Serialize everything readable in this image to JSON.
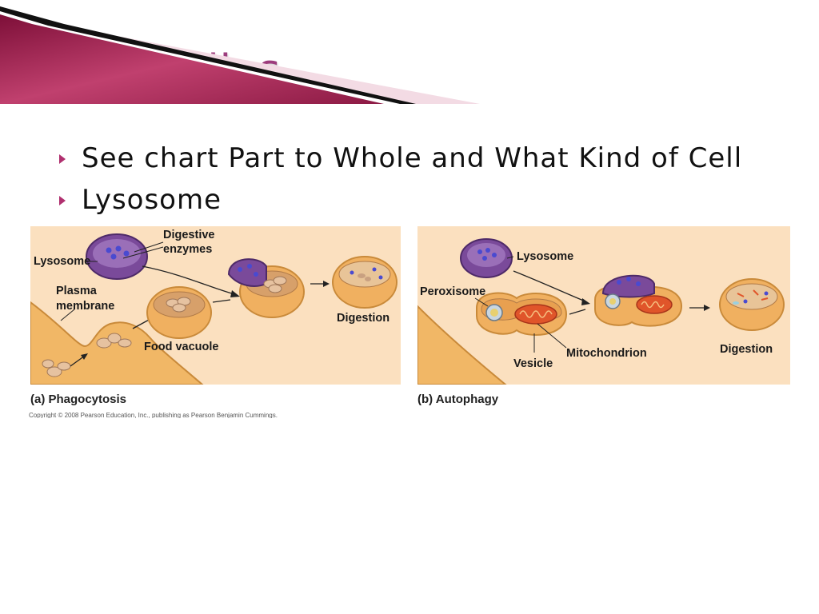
{
  "slide": {
    "title": "Organelles",
    "bullets": [
      "See chart Part to Whole and What Kind of Cell",
      "Lysosome"
    ]
  },
  "figure": {
    "phagocytosis": {
      "caption": "(a) Phagocytosis",
      "labels": {
        "lysosome": "Lysosome",
        "digestive_enzymes_1": "Digestive",
        "digestive_enzymes_2": "enzymes",
        "plasma_membrane_1": "Plasma",
        "plasma_membrane_2": "membrane",
        "food_vacuole": "Food vacuole",
        "digestion": "Digestion"
      }
    },
    "autophagy": {
      "caption": "(b) Autophagy",
      "labels": {
        "lysosome": "Lysosome",
        "peroxisome": "Peroxisome",
        "mitochondrion": "Mitochondrion",
        "vesicle": "Vesicle",
        "digestion": "Digestion"
      }
    },
    "copyright": "Copyright © 2008 Pearson Education, Inc., publishing as Pearson Benjamin Cummings."
  },
  "colors": {
    "title": "#9d3c7d",
    "bullet_arrow": "#b0306f",
    "panel_background": "#fbe0bf",
    "lysosome_purple": "#7a4a9a",
    "vacuole_orange": "#f0b060",
    "mitochondrion_red": "#e0552a",
    "corner_magenta": "#9b1b4b"
  }
}
